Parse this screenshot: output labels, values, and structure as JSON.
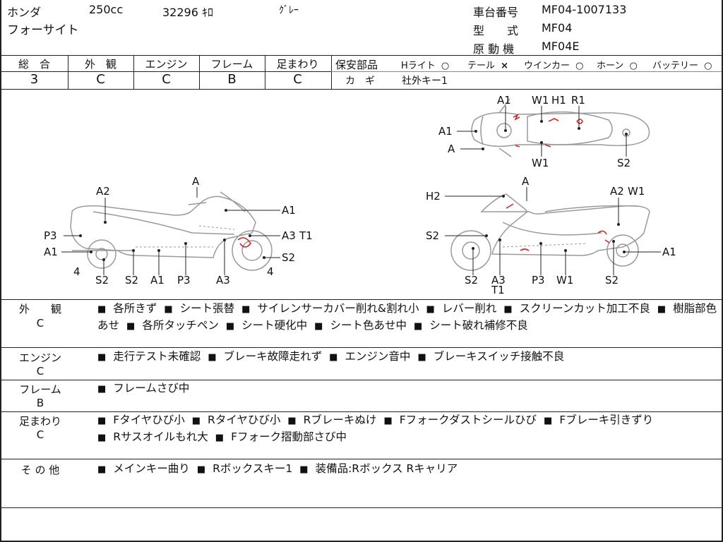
{
  "header": {
    "maker": "ホンダ",
    "displacement": "250cc",
    "mileage": "32296 ｷﾛ",
    "color": "ｸﾞﾚｰ",
    "model_name": "フォーサイト",
    "frame_no_label": "車台番号",
    "frame_no": "MF04-1007133",
    "type_label": "型　　式",
    "type_value": "MF04",
    "engine_label": "原 動 機",
    "engine_value": "MF04E"
  },
  "grades": {
    "labels": [
      "総　合",
      "外　観",
      "エンジン",
      "フレーム",
      "足まわり"
    ],
    "values": [
      "3",
      "C",
      "C",
      "B",
      "C"
    ]
  },
  "safety": {
    "label": "保安部品",
    "items": [
      {
        "name": "Hライト",
        "mark": "○"
      },
      {
        "name": "テール",
        "mark": "×"
      },
      {
        "name": "ウインカー",
        "mark": "○"
      },
      {
        "name": "ホーン",
        "mark": "○"
      },
      {
        "name": "バッテリー",
        "mark": "○"
      }
    ],
    "key_label": "カ　ギ",
    "key_value": "社外キー1"
  },
  "diagram": {
    "top_labels": [
      "A1",
      "W1",
      "H1",
      "R1",
      "A1",
      "A",
      "W1",
      "S2"
    ],
    "left_labels": [
      "A",
      "A2",
      "A1",
      "P3",
      "A3",
      "T1",
      "A1",
      "S2",
      "4",
      "4",
      "S2",
      "S2",
      "A1",
      "P3",
      "A3"
    ],
    "right_labels": [
      "A",
      "H2",
      "A2",
      "W1",
      "S2",
      "A1",
      "S2",
      "A3",
      "T1",
      "P3",
      "W1",
      "S2"
    ]
  },
  "sections": [
    {
      "label": "外　　観",
      "grade": "C",
      "items": [
        "各所きず",
        "シート張替",
        "サイレンサーカバー削れ&割れ小",
        "レバー削れ",
        "スクリーンカット加工不良",
        "樹脂部色あせ",
        "各所タッチペン",
        "シート硬化中",
        "シート色あせ中",
        "シート破れ補修不良"
      ]
    },
    {
      "label": "エンジン",
      "grade": "C",
      "items": [
        "走行テスト未確認",
        "ブレーキ故障走れず",
        "エンジン音中",
        "ブレーキスイッチ接触不良"
      ]
    },
    {
      "label": "フレーム",
      "grade": "B",
      "items": [
        "フレームさび中"
      ]
    },
    {
      "label": "足まわり",
      "grade": "C",
      "items": [
        "Fタイヤひび小",
        "Rタイヤひび小",
        "Rブレーキぬけ",
        "Fフォークダストシールひび",
        "Fブレーキ引きずり",
        "Rサスオイルもれ大",
        "Fフォーク摺動部さび中"
      ]
    },
    {
      "label": "そ の 他",
      "grade": "",
      "items": [
        "メインキー曲り",
        "Rボックスキー1",
        "装備品:Rボックス Rキャリア"
      ]
    }
  ]
}
